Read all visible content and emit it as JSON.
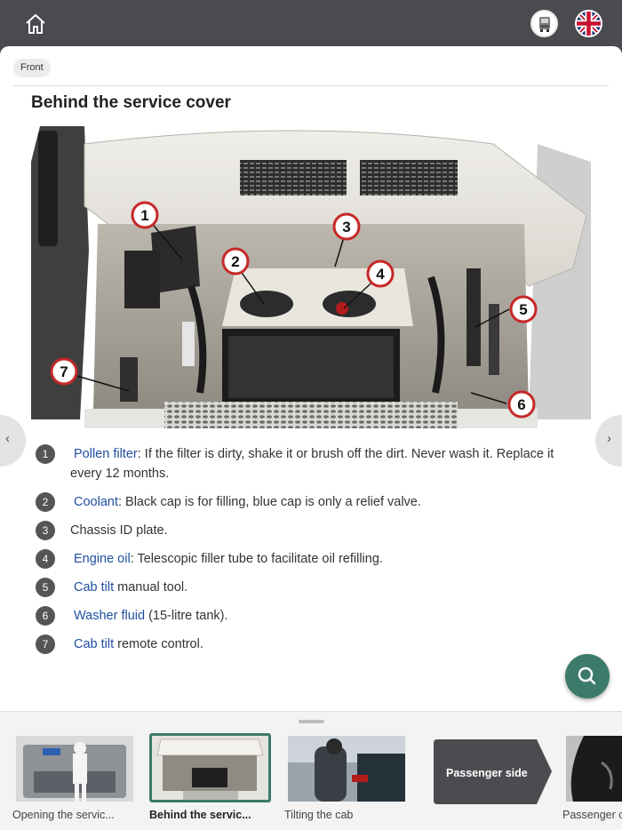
{
  "header": {
    "home_icon": "home-icon",
    "vehicle_icon": "truck-icon",
    "language_icon": "uk-flag-icon"
  },
  "breadcrumb": "Front",
  "title": "Behind the service cover",
  "photo": {
    "callouts": [
      "1",
      "2",
      "3",
      "4",
      "5",
      "6",
      "7"
    ]
  },
  "items": [
    {
      "num": "1",
      "link": "Pollen filter",
      "text": ": If the filter is dirty, shake it or brush off the dirt. Never wash it. Replace it every 12 months."
    },
    {
      "num": "2",
      "link": "Coolant",
      "text": ": Black cap is for filling, blue cap is only a relief valve."
    },
    {
      "num": "3",
      "link": "",
      "text": "Chassis ID plate."
    },
    {
      "num": "4",
      "link": "Engine oil",
      "text": ": Telescopic filler tube to facilitate oil refilling."
    },
    {
      "num": "5",
      "link": "Cab tilt",
      "text": " manual tool."
    },
    {
      "num": "6",
      "link": "Washer fluid",
      "text": " (15-litre tank)."
    },
    {
      "num": "7",
      "link": "Cab tilt",
      "text": " remote control."
    }
  ],
  "nav": {
    "prev": "‹",
    "next": "›"
  },
  "tray": {
    "thumbs": [
      {
        "label": "Opening the servic..."
      },
      {
        "label": "Behind the servic..."
      },
      {
        "label": "Tilting the cab"
      },
      {
        "label": "Passenger side"
      },
      {
        "label": "Passenger c"
      }
    ]
  },
  "colors": {
    "accent": "#3c7a6a",
    "link": "#1f4fa0",
    "header": "#4a4b4f"
  }
}
